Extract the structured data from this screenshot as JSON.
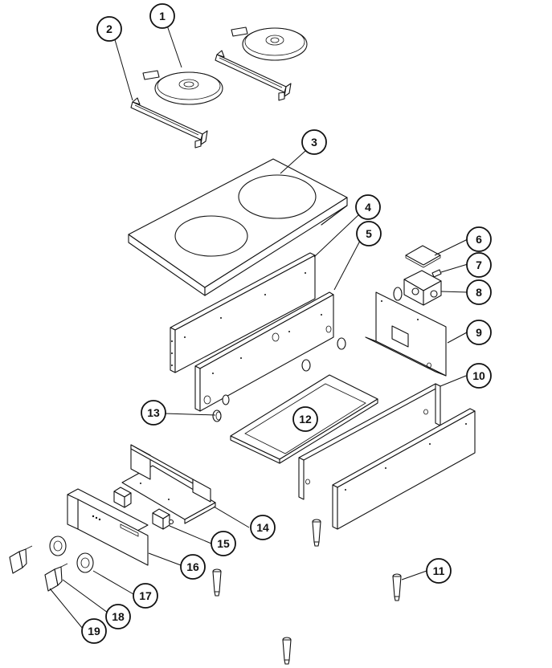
{
  "diagram": {
    "callouts": [
      {
        "id": "c1",
        "label": "1"
      },
      {
        "id": "c2",
        "label": "2"
      },
      {
        "id": "c3",
        "label": "3"
      },
      {
        "id": "c4",
        "label": "4"
      },
      {
        "id": "c5",
        "label": "5"
      },
      {
        "id": "c6",
        "label": "6"
      },
      {
        "id": "c7",
        "label": "7"
      },
      {
        "id": "c8",
        "label": "8"
      },
      {
        "id": "c9",
        "label": "9"
      },
      {
        "id": "c10",
        "label": "10"
      },
      {
        "id": "c11",
        "label": "11"
      },
      {
        "id": "c12",
        "label": "12"
      },
      {
        "id": "c13",
        "label": "13"
      },
      {
        "id": "c14",
        "label": "14"
      },
      {
        "id": "c15",
        "label": "15"
      },
      {
        "id": "c16",
        "label": "16"
      },
      {
        "id": "c17",
        "label": "17"
      },
      {
        "id": "c18",
        "label": "18"
      },
      {
        "id": "c19",
        "label": "19"
      }
    ]
  }
}
